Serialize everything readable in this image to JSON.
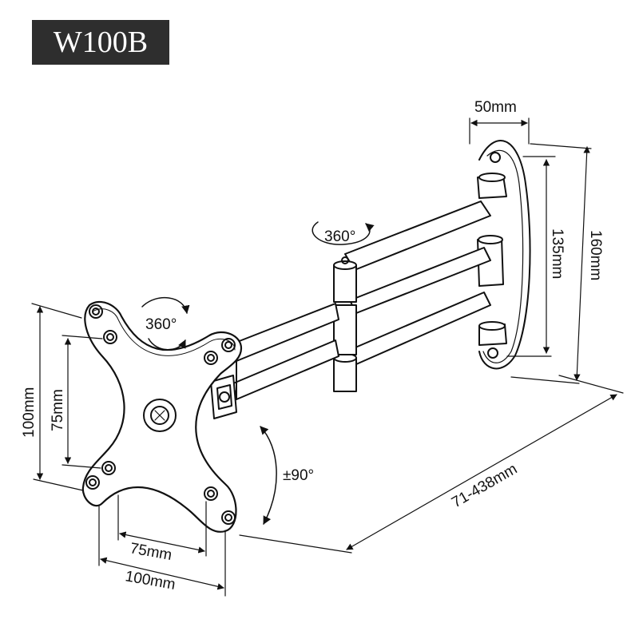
{
  "model": "W100B",
  "dimensions": {
    "arm_depth": "50mm",
    "plate_inner_height": "135mm",
    "plate_outer_height": "160mm",
    "extension": "71-438mm",
    "vesa_outer_vertical": "100mm",
    "vesa_inner_vertical": "75mm",
    "vesa_inner_horizontal": "75mm",
    "vesa_outer_horizontal": "100mm"
  },
  "rotations": {
    "arm_swivel": "360°",
    "head_rotate": "360°",
    "tilt": "±90°"
  },
  "colors": {
    "stroke": "#111111",
    "badge": "#2e2e2e",
    "badge_text": "#ffffff"
  }
}
